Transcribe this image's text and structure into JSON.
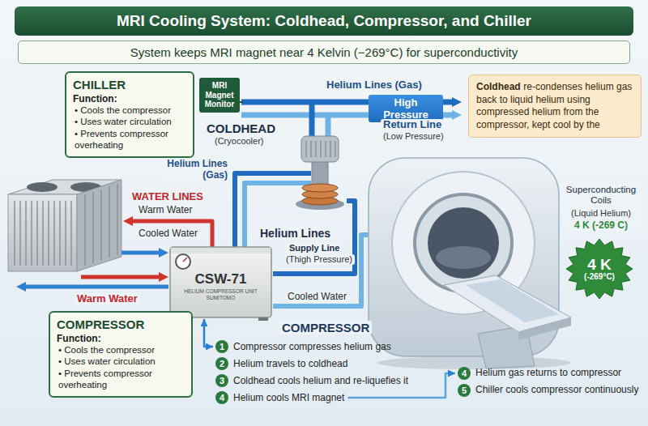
{
  "diagram": {
    "title": "MRI Cooling System: Coldhead, Compressor, and Chiller",
    "nodes": [
      {
        "text": [
          "System keeps MRI magnet near 4 Kelvin (−269°C) for superconductivity"
        ]
      },
      {
        "text": [
          "CHILLER",
          "Function:",
          "• Cools the compressor",
          "• Uses water circulation",
          "• Prevents compressor overheating"
        ]
      },
      {
        "text": [
          "MRI Magnet Monitor"
        ]
      },
      {
        "text": [
          "High Pressure"
        ]
      },
      {
        "text": [
          "Coldhead",
          "re-condenses helium gas back to liquid helium using compressed helium from the compressor, kept cool by the"
        ]
      },
      {
        "text": [
          "CSW-71",
          "HELIUM COMPRESSOR UNIT",
          "SUMITOMO"
        ]
      },
      {
        "text": [
          "4 K",
          "(-269°C)"
        ]
      },
      {
        "text": [
          "COMPRESSOR",
          "Function:",
          "• Cools the compressor",
          "• Uses water circulation",
          "• Prevents compressor overheating"
        ]
      },
      {
        "text": [
          "1",
          "Compressor compresses helium gas"
        ]
      },
      {
        "text": [
          "2",
          "Helium travels to coldhead"
        ]
      },
      {
        "text": [
          "3",
          "Coldhead cools helium and re-liquefies it"
        ]
      },
      {
        "text": [
          "4",
          "Helium cools MRI magnet"
        ]
      },
      {
        "text": [
          "4",
          "Helium gas returns to compressor"
        ]
      },
      {
        "text": [
          "5",
          "Chiller cools compressor continuously"
        ]
      }
    ],
    "edges": [
      {
        "from": 5,
        "to": 8,
        "arrow": "both"
      },
      {
        "from": 11,
        "to": 12,
        "arrow": "to"
      }
    ],
    "labels": [
      "Helium Lines (Gas)",
      "Return Line",
      "(Low Pressure)",
      "COLDHEAD",
      "(Cryocooler)",
      "Helium Lines (Gas)",
      "WATER LINES",
      "Warm Water",
      "Cooled Water",
      "Helium Lines",
      "Supply Line",
      "(Thigh Pressure)",
      "Superconducting Coils",
      "(Liquid Helium)",
      "4 K (-269 C)",
      "Warm Water",
      "Cooled Water",
      "COMPRESSOR"
    ]
  }
}
